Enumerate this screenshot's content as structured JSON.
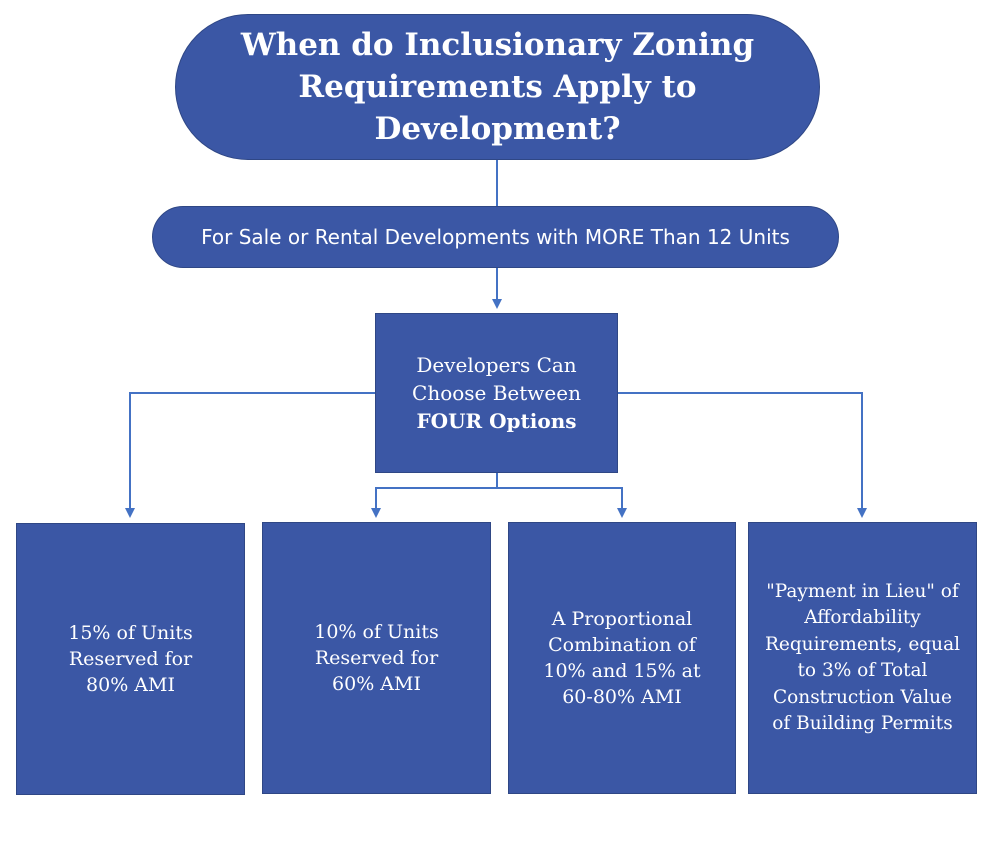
{
  "title": {
    "line1": "When do Inclusionary Zoning",
    "line2": "Requirements Apply to",
    "line3": "Development?"
  },
  "criteria": "For Sale or Rental Developments with MORE Than 12 Units",
  "choice": {
    "line1": "Developers Can",
    "line2": "Choose Between",
    "line3": "FOUR Options"
  },
  "options": [
    {
      "lines": [
        "15% of Units",
        "Reserved for",
        "80% AMI"
      ]
    },
    {
      "lines": [
        "10% of Units",
        "Reserved for",
        "60% AMI"
      ]
    },
    {
      "lines": [
        "A Proportional",
        "Combination of",
        "10% and 15% at",
        "60-80% AMI"
      ]
    },
    {
      "lines": [
        "\"Payment in Lieu\" of",
        "Affordability",
        "Requirements, equal",
        "to 3% of Total",
        "Construction Value",
        "of Building Permits"
      ]
    }
  ],
  "colors": {
    "box_fill": "#3b57a5",
    "connector": "#4472c4",
    "text": "#ffffff"
  }
}
